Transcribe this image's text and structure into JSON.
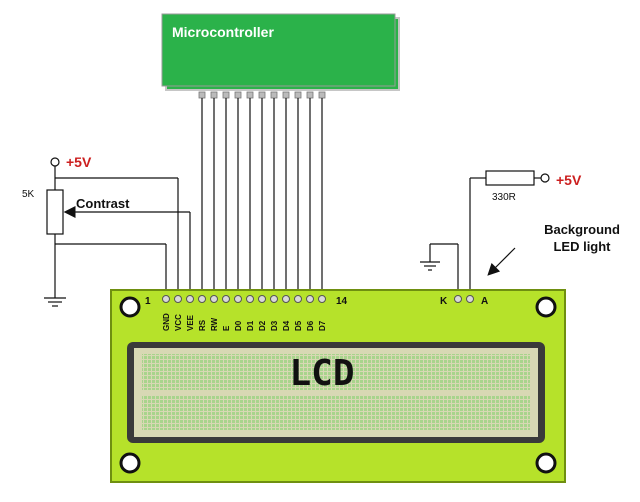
{
  "microcontroller": {
    "label": "Microcontroller"
  },
  "power": {
    "top_label": "+5V",
    "right_label": "+5V"
  },
  "potentiometer": {
    "value_label": "5K",
    "wiper_label": "Contrast"
  },
  "resistor": {
    "value_label": "330R"
  },
  "backlight": {
    "line1": "Background",
    "line2": "LED light",
    "cathode_label": "K",
    "anode_label": "A"
  },
  "lcd": {
    "screen_text": "LCD",
    "pin_first": "1",
    "pin_last": "14",
    "pins": [
      "GND",
      "VCC",
      "VEE",
      "RS",
      "RW",
      "E",
      "D0",
      "D1",
      "D2",
      "D3",
      "D4",
      "D5",
      "D6",
      "D7"
    ]
  },
  "colors": {
    "board": "#b6e22a",
    "mcu": "#2bb24a",
    "screen_frame": "#3a3a3a",
    "screen": "#d8d8b4",
    "power_text": "#cc1f1f",
    "pixel_grid": "#9bc87a"
  }
}
